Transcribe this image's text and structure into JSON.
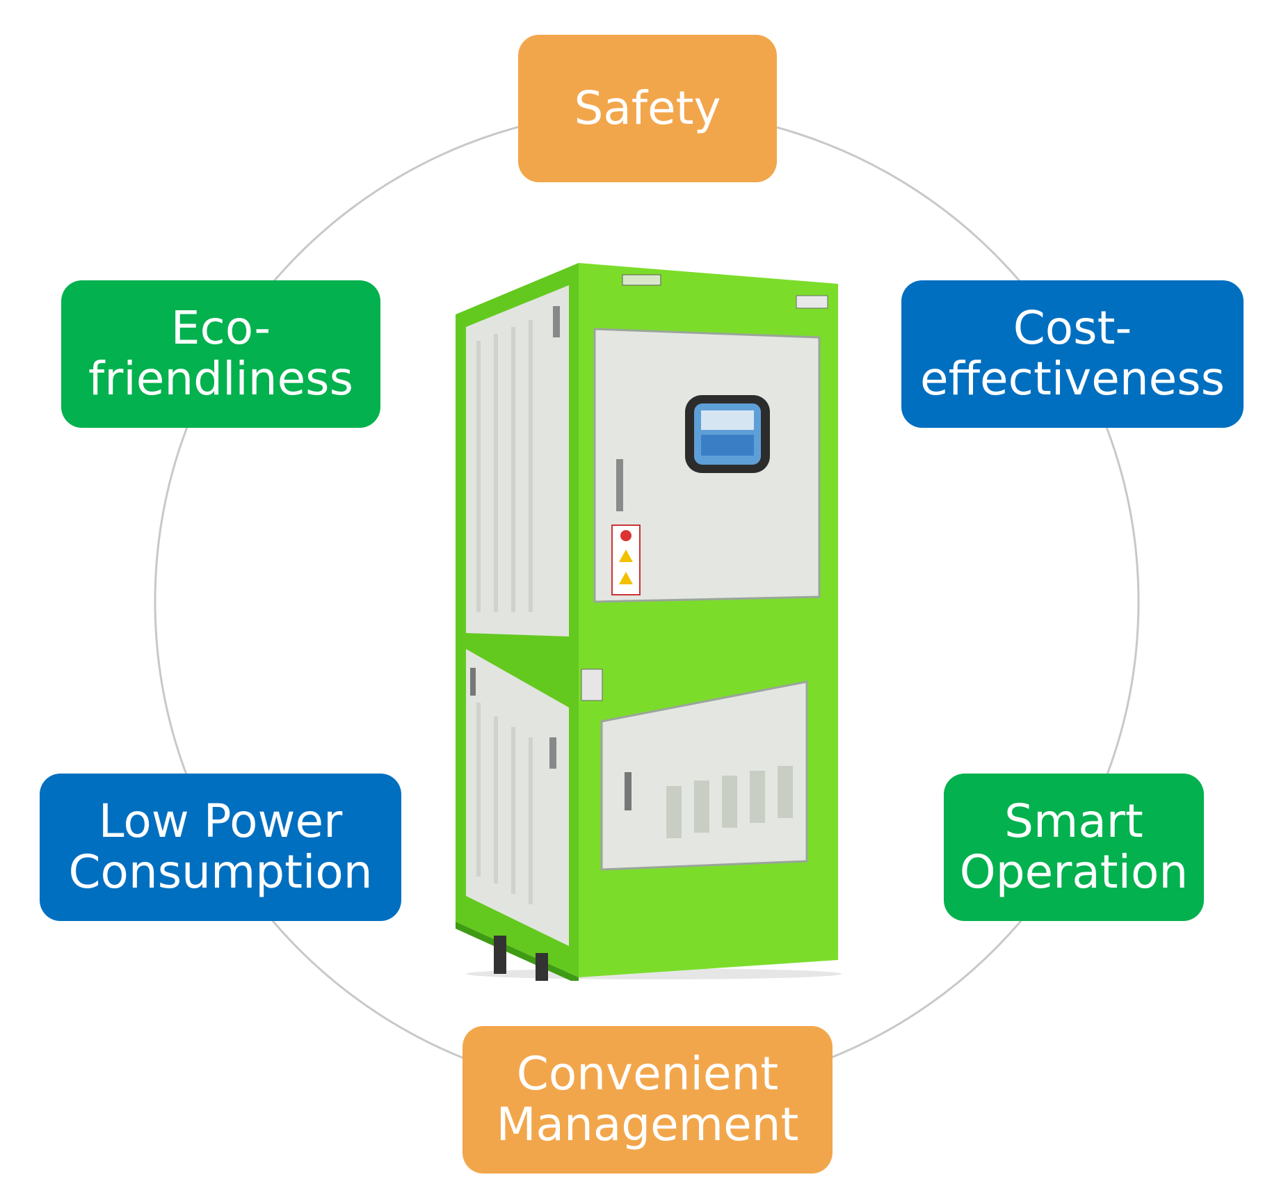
{
  "features": {
    "safety": {
      "lines": [
        "Safety"
      ],
      "color": "#F2A64C"
    },
    "eco": {
      "lines": [
        "Eco-",
        "friendliness"
      ],
      "color": "#03B14E"
    },
    "cost": {
      "lines": [
        "Cost-",
        "effectiveness"
      ],
      "color": "#016FC0"
    },
    "low_power": {
      "lines": [
        "Low Power",
        "Consumption"
      ],
      "color": "#016FC0"
    },
    "smart": {
      "lines": [
        "Smart",
        "Operation"
      ],
      "color": "#03B14E"
    },
    "convenient": {
      "lines": [
        "Convenient",
        "Management"
      ],
      "color": "#F2A64C"
    }
  },
  "colors": {
    "ring": "#C8C8C8",
    "cabinet_green": "#7BDD2A",
    "cabinet_panel": "#E4E6E1"
  }
}
